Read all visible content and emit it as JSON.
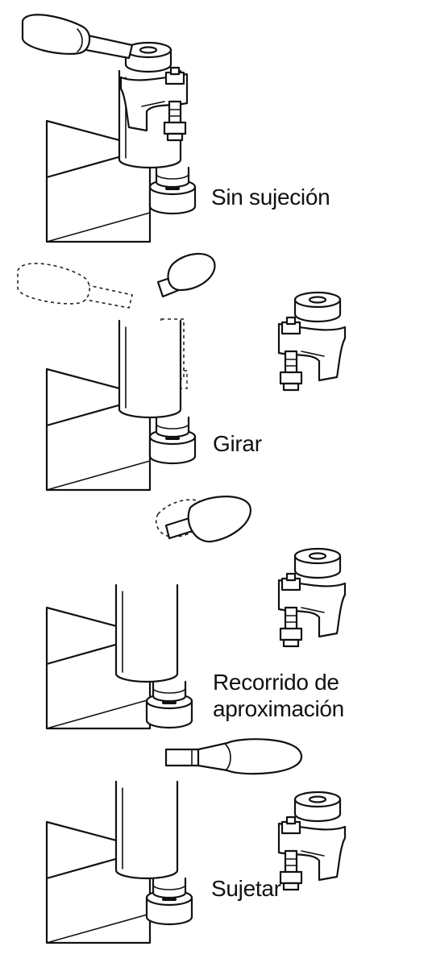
{
  "steps": [
    {
      "label_lines": [
        "Sin sujeción"
      ]
    },
    {
      "label_lines": [
        "Girar"
      ]
    },
    {
      "label_lines": [
        "Recorrido de",
        "aproximación"
      ]
    },
    {
      "label_lines": [
        "Sujetar"
      ]
    }
  ],
  "colors": {
    "line": "#111111",
    "background": "#ffffff"
  }
}
